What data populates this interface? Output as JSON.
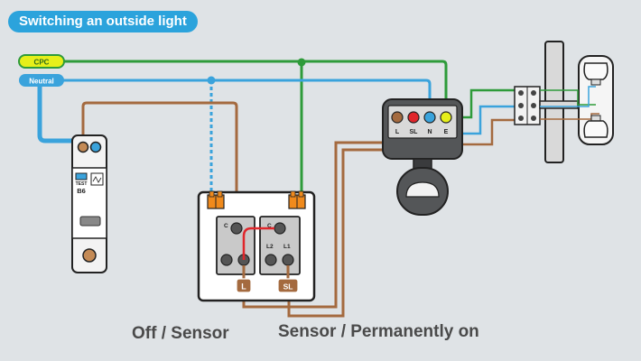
{
  "title": "Switching an outside light",
  "labels": {
    "cpc": "CPC",
    "neutral": "Neutral"
  },
  "mcb": {
    "test": "TEST",
    "rating": "B6"
  },
  "switch": {
    "left_c": "C",
    "right_c": "C",
    "l2": "L2",
    "l1": "L1",
    "tag_l": "L",
    "tag_sl": "SL"
  },
  "sensor": {
    "terminals": [
      "L",
      "SL",
      "N",
      "E"
    ]
  },
  "captions": {
    "left": "Off / Sensor",
    "right": "Sensor / Permanently on"
  },
  "colors": {
    "brown": "#a46a3f",
    "blue": "#3aa3dc",
    "green": "#2e9b3a",
    "red": "#e0262b",
    "yellow": "#e6ef1a",
    "orange": "#f08a1c"
  }
}
